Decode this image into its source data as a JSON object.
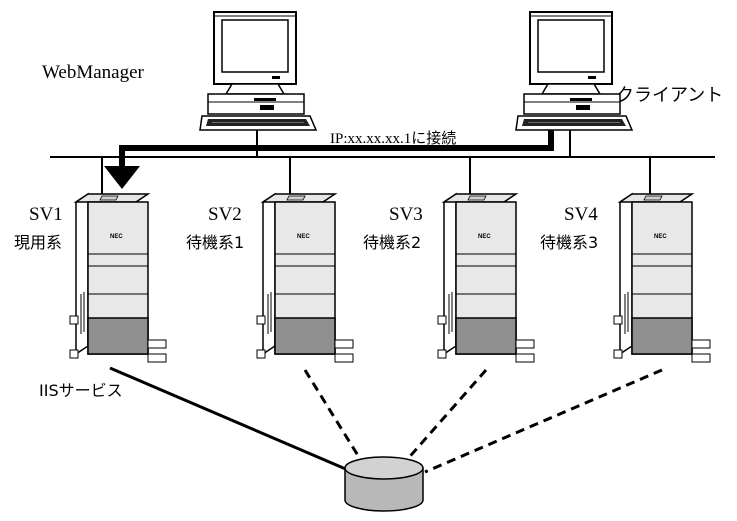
{
  "labels": {
    "webmanager": "WebManager",
    "client": "クライアント",
    "connection": "IP:xx.xx.xx.1に接続",
    "iis_service": "IISサービス"
  },
  "servers": [
    {
      "name": "SV1",
      "role": "現用系",
      "brand": "NEC",
      "link": "active"
    },
    {
      "name": "SV2",
      "role": "待機系1",
      "brand": "NEC",
      "link": "standby"
    },
    {
      "name": "SV3",
      "role": "待機系2",
      "brand": "NEC",
      "link": "standby"
    },
    {
      "name": "SV4",
      "role": "待機系3",
      "brand": "NEC",
      "link": "standby"
    }
  ]
}
